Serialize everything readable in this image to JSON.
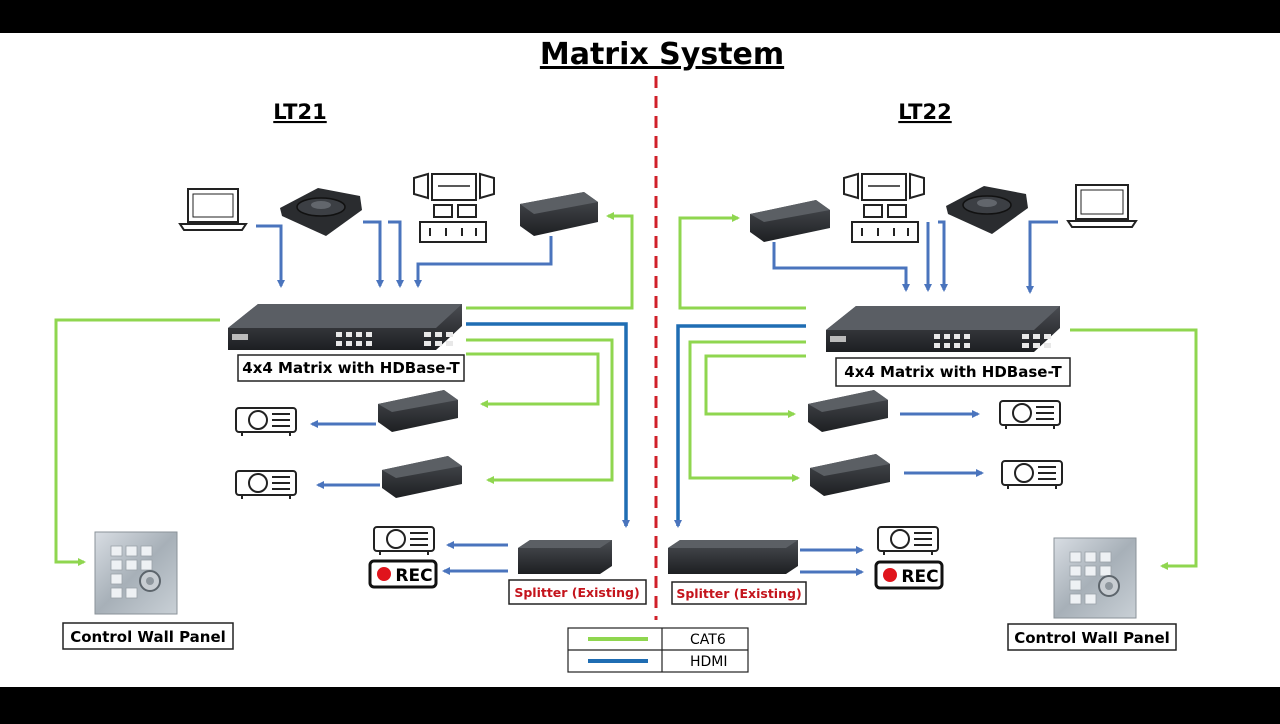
{
  "title": "Matrix System",
  "rooms": {
    "left": "LT21",
    "right": "LT22"
  },
  "matrix": {
    "left_label": "4x4 Matrix with HDBase-T",
    "right_label": "4x4 Matrix with HDBase-T"
  },
  "splitter": {
    "left_label": "Splitter (Existing)",
    "right_label": "Splitter (Existing)"
  },
  "wall_panel": {
    "left_label": "Control Wall Panel",
    "right_label": "Control Wall Panel"
  },
  "rec": {
    "left": "REC",
    "right": "REC"
  },
  "legend": [
    {
      "label": "CAT6",
      "color": "#8fd64f"
    },
    {
      "label": "HDMI",
      "color": "#1f6db3"
    }
  ],
  "colors": {
    "cat6": "#8fd64f",
    "hdmi": "#4a74bd",
    "divider": "#d0202a",
    "splitter_label": "#c4141c"
  }
}
